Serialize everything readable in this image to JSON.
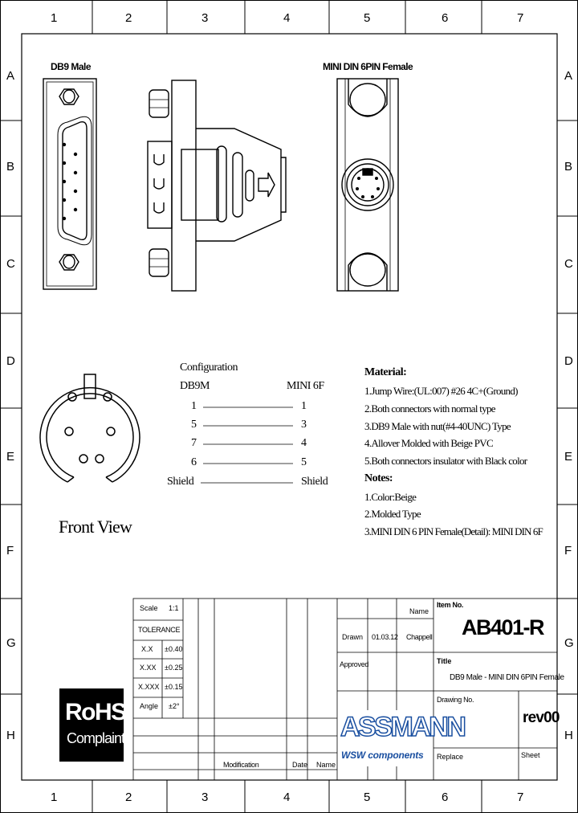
{
  "border": {
    "columns": [
      "1",
      "2",
      "3",
      "4",
      "5",
      "6",
      "7"
    ],
    "rows": [
      "A",
      "B",
      "C",
      "D",
      "E",
      "F",
      "G",
      "H"
    ]
  },
  "views": {
    "db9_label": "DB9 Male",
    "mini_din_label": "MINI DIN 6PIN Female",
    "front_view_label": "Front View"
  },
  "configuration": {
    "title": "Configuration",
    "left_header": "DB9M",
    "right_header": "MINI 6F",
    "pairs": [
      {
        "left": "1",
        "right": "1"
      },
      {
        "left": "5",
        "right": "3"
      },
      {
        "left": "7",
        "right": "4"
      },
      {
        "left": "6",
        "right": "5"
      },
      {
        "left": "Shield",
        "right": "Shield"
      }
    ]
  },
  "material": {
    "title": "Material:",
    "lines": [
      "1.Jump Wire:(UL:007) #26 4C+(Ground)",
      "2.Both connectors with normal type",
      "3.DB9 Male with nut(#4-40UNC) Type",
      "4.Allover Molded with Beige PVC",
      "5.Both connectors insulator with Black color"
    ]
  },
  "notes": {
    "title": "Notes:",
    "lines": [
      "1.Color:Beige",
      "2.Molded Type",
      "3.MINI DIN 6 PIN Female(Detail):  MINI DIN 6F"
    ]
  },
  "title_block": {
    "scale_label": "Scale",
    "scale_value": "1:1",
    "tolerance_label": "TOLERANCE",
    "tolerances": [
      {
        "label": "X.X",
        "value": "±0.40"
      },
      {
        "label": "X.XX",
        "value": "±0.25"
      },
      {
        "label": "X.XXX",
        "value": "±0.15"
      },
      {
        "label": "Angle",
        "value": "±2°"
      }
    ],
    "name_label": "Name",
    "drawn_label": "Drawn",
    "drawn_date": "01.03.12",
    "drawn_name": "Chappell",
    "approved_label": "Approved",
    "modification_label": "Modification",
    "date_label": "Date",
    "name_col_label": "Name",
    "item_no_label": "Item No.",
    "item_no": "AB401-R",
    "title_label": "Title",
    "title_value": "DB9 Male - MINI DIN 6PIN Female",
    "drawing_no_label": "Drawing No.",
    "rev": "rev00",
    "replace_label": "Replace",
    "sheet_label": "Sheet",
    "rohs_line1": "RoHS",
    "rohs_line2": "Complaint",
    "brand_name": "ASSMANN",
    "brand_sub": "WSW components",
    "brand_color": "#1a4fa0"
  }
}
